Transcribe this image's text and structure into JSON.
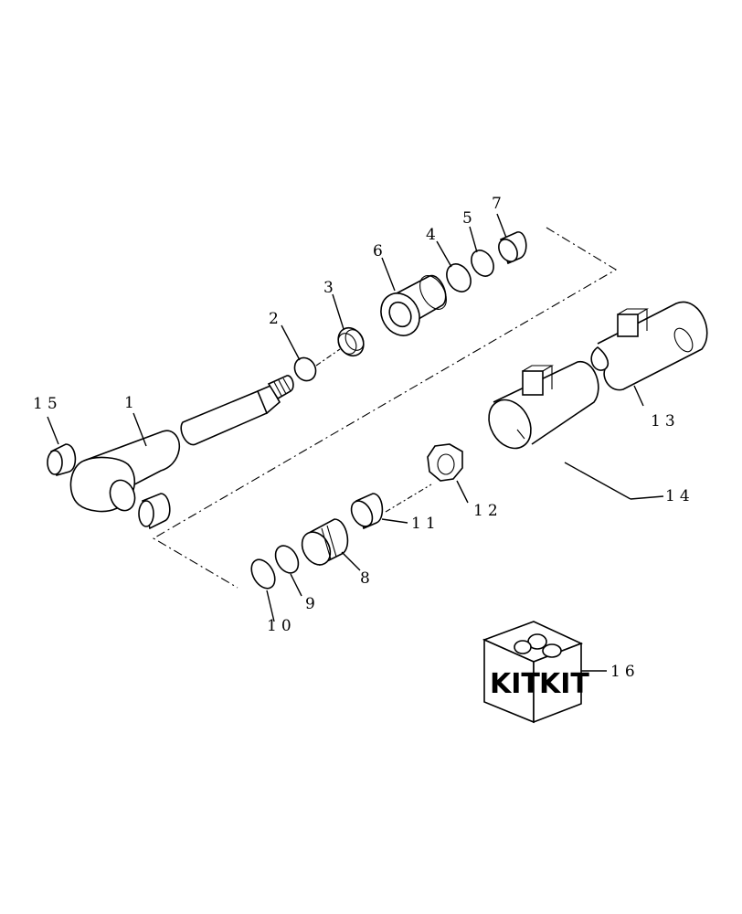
{
  "diagram": {
    "callouts": [
      {
        "id": "1",
        "text": "1"
      },
      {
        "id": "2",
        "text": "2"
      },
      {
        "id": "3",
        "text": "3"
      },
      {
        "id": "4",
        "text": "4"
      },
      {
        "id": "5",
        "text": "5"
      },
      {
        "id": "6",
        "text": "6"
      },
      {
        "id": "7",
        "text": "7"
      },
      {
        "id": "8",
        "text": "8"
      },
      {
        "id": "9",
        "text": "9"
      },
      {
        "id": "10",
        "text": "10"
      },
      {
        "id": "11",
        "text": "11"
      },
      {
        "id": "12",
        "text": "12"
      },
      {
        "id": "13",
        "text": "13"
      },
      {
        "id": "14",
        "text": "14"
      },
      {
        "id": "15",
        "text": "15"
      },
      {
        "id": "16",
        "text": "16"
      }
    ],
    "kit_box": {
      "left_face_text": "KIT",
      "right_face_text": "KIT"
    }
  }
}
